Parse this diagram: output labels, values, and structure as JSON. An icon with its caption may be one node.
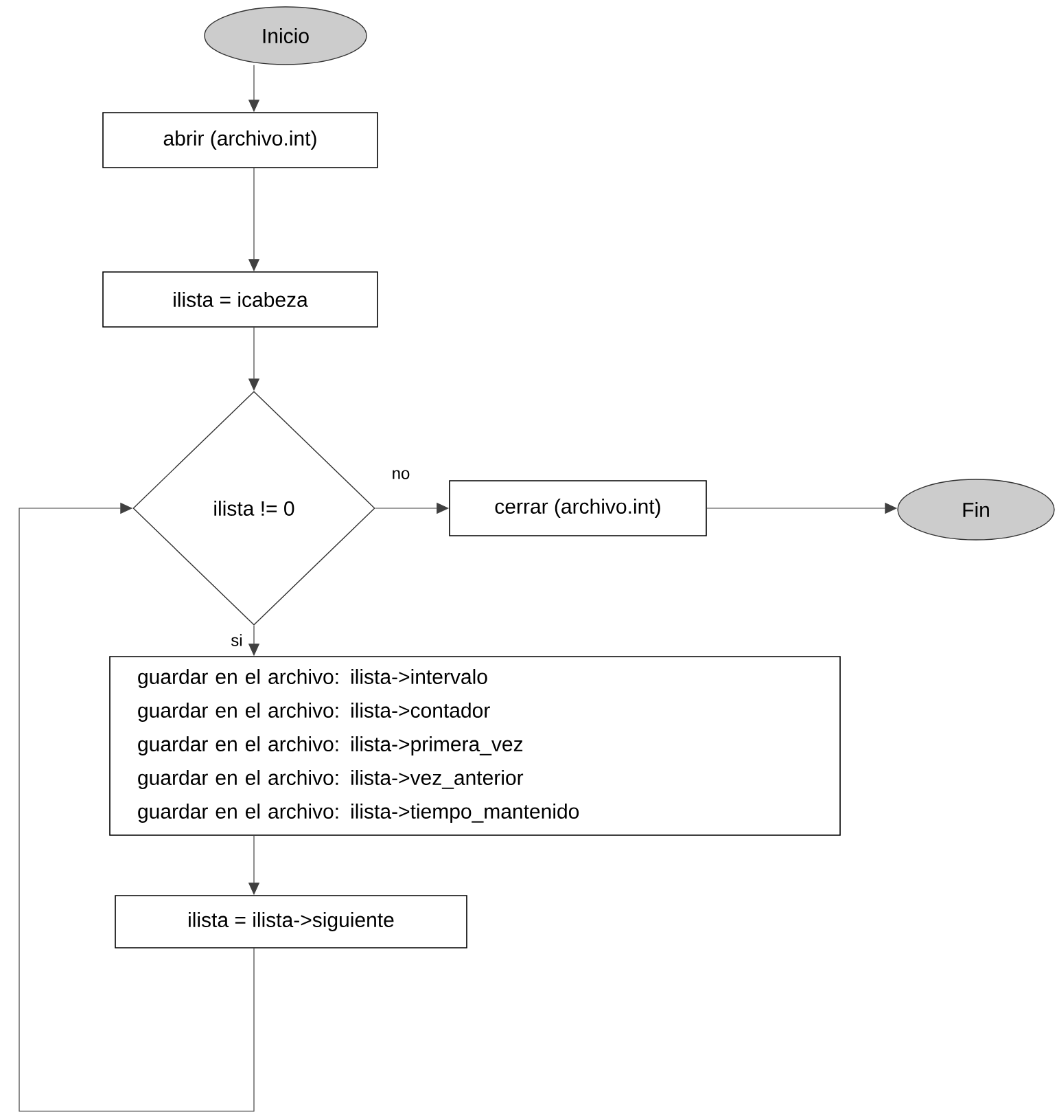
{
  "diagram": {
    "nodes": [
      {
        "text": [
          "Inicio"
        ]
      },
      {
        "text": [
          "abrir (archivo.int)"
        ]
      },
      {
        "text": [
          "ilista = icabeza"
        ]
      },
      {
        "text": [
          "ilista != 0"
        ]
      },
      {
        "text": [
          "cerrar (archivo.int)"
        ]
      },
      {
        "text": [
          "Fin"
        ]
      },
      {
        "text": [
          "guardar en el archivo: ilista->intervalo",
          "guardar en el archivo: ilista->contador",
          "guardar en el archivo: ilista->primera_vez",
          "guardar en el archivo: ilista->vez_anterior",
          "guardar en el archivo: ilista->tiempo_mantenido"
        ]
      },
      {
        "text": [
          "ilista = ilista->siguiente"
        ]
      }
    ],
    "edges": [
      {
        "from": 0,
        "to": 1,
        "arrow": "to"
      },
      {
        "from": 1,
        "to": 2,
        "arrow": "to"
      },
      {
        "from": 2,
        "to": 3,
        "arrow": "to"
      },
      {
        "from": 3,
        "to": 4,
        "arrow": "to",
        "label": "no"
      },
      {
        "from": 4,
        "to": 5,
        "arrow": "to"
      },
      {
        "from": 3,
        "to": 6,
        "arrow": "to",
        "label": "si"
      },
      {
        "from": 6,
        "to": 7,
        "arrow": "to"
      },
      {
        "from": 7,
        "to": 3,
        "arrow": "to"
      }
    ]
  }
}
